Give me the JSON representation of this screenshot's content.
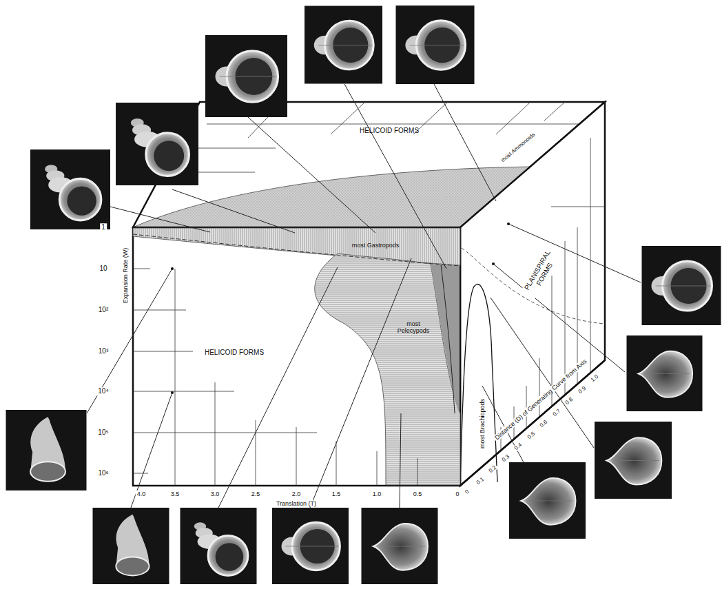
{
  "diagram": {
    "labels": [
      "HELICOID FORMS",
      "most Gastropods",
      "most Ammonoids",
      "HELICOID FORMS",
      "most Pelecypods",
      "most Brachiopods",
      "PLANISPIRAL FORMS",
      "Expansion Rate (W)",
      "Translation (T)",
      "Distance (D) of Generating Curve from Axis",
      "1",
      "10",
      "10²",
      "10³",
      "10⁴",
      "10⁵",
      "10⁶",
      "4.0",
      "3.5",
      "3.0",
      "2.5",
      "2.0",
      "1.5",
      "1.0",
      "0.5",
      "0",
      "0",
      "0.1",
      "0.2",
      "0.3",
      "0.4",
      "0.5",
      "0.6",
      "0.7",
      "0.8",
      "0.9",
      "1.0"
    ]
  }
}
